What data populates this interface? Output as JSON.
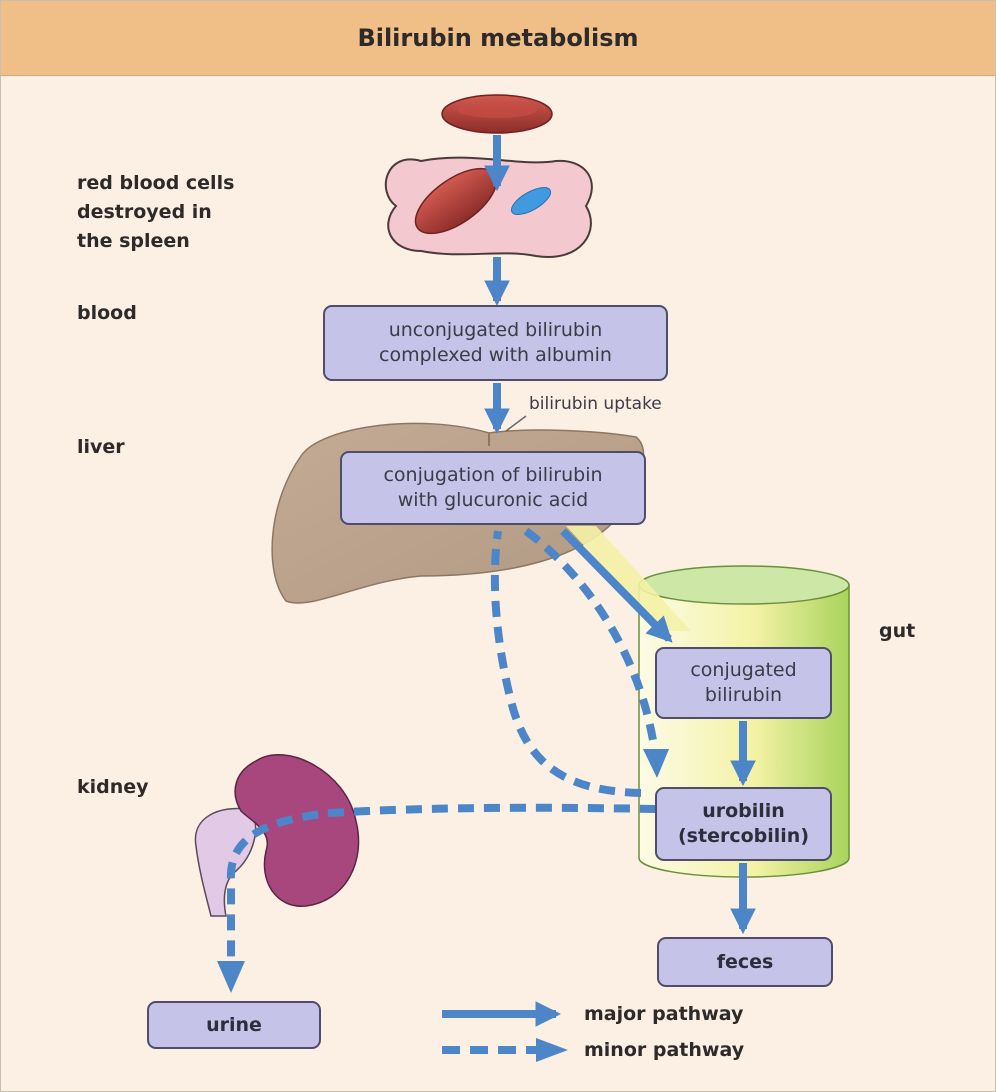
{
  "title": "Bilirubin metabolism",
  "side_labels": {
    "spleen": "red blood cells\ndestroyed in\nthe spleen",
    "blood": "blood",
    "liver": "liver",
    "gut": "gut",
    "kidney": "kidney"
  },
  "boxes": {
    "unconjugated": "unconjugated bilirubin\ncomplexed with albumin",
    "conjugation": "conjugation of bilirubin\nwith glucuronic acid",
    "conjugated": "conjugated\nbilirubin",
    "urobilin": "urobilin\n(stercobilin)",
    "feces": "feces",
    "urine": "urine"
  },
  "uptake_label": "bilirubin uptake",
  "legend": {
    "major": "major pathway",
    "minor": "minor pathway"
  },
  "colors": {
    "arrow": "#4c86c8",
    "box_fill": "#c5c3e8",
    "header": "#efbf87",
    "background": "#fbf0e3"
  }
}
